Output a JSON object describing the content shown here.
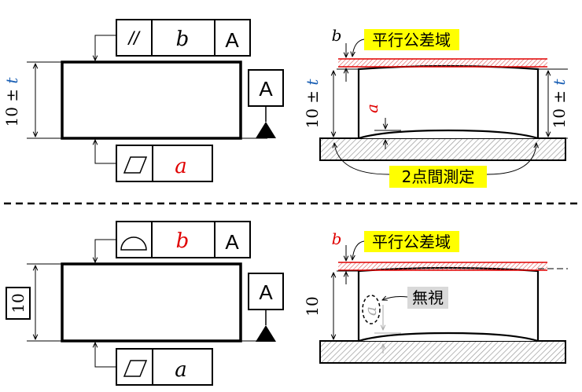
{
  "top": {
    "left": {
      "frame_top": {
        "symbol": "//",
        "tolerance": "b",
        "datum": "A"
      },
      "frame_bottom": {
        "tolerance": "a"
      },
      "datum_label": "A",
      "dim": {
        "num": "10",
        "pm": "±",
        "t": "t"
      }
    },
    "right": {
      "b_label": "b",
      "zone_callout": "平行公差域",
      "a_label": "a",
      "dim_left": {
        "num": "10",
        "pm": "±",
        "t": "t"
      },
      "dim_right": {
        "num": "10",
        "pm": "±",
        "t": "t"
      },
      "measure_callout": "2点間測定"
    }
  },
  "bottom": {
    "left": {
      "frame_top": {
        "tolerance": "b",
        "datum": "A"
      },
      "frame_bottom": {
        "tolerance": "a"
      },
      "datum_label": "A",
      "dim_boxed": "10"
    },
    "right": {
      "b_label": "b",
      "zone_callout": "平行公差域",
      "a_label": "a",
      "dim": "10",
      "ignore_callout": "無視"
    }
  },
  "colors": {
    "red": "#e00000",
    "blue": "#1a5fb4",
    "yellow": "#ffff00",
    "gray_label": "#d9d9d9"
  }
}
